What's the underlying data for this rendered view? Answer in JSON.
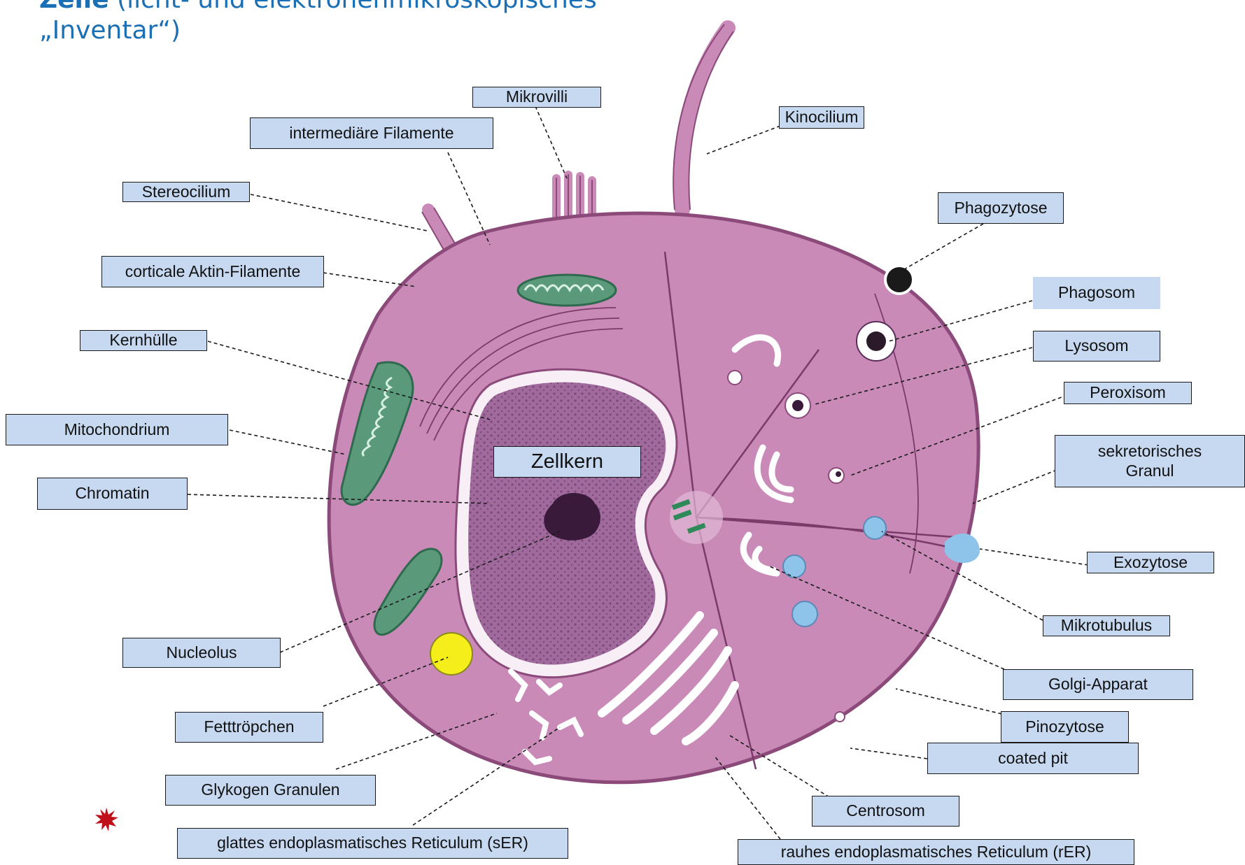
{
  "title": {
    "bold": "Zelle",
    "rest": " (licht- und elektronenmikroskopisches „Inventar“)"
  },
  "labels": {
    "mikrovilli": "Mikrovilli",
    "kinocilium": "Kinocilium",
    "intermediaere_filamente": "intermediäre Filamente",
    "stereocilium": "Stereocilium",
    "phagozytose": "Phagozytose",
    "corticale_aktin": "corticale Aktin-Filamente",
    "phagosom": "Phagosom",
    "kernhuelle": "Kernhülle",
    "lysosom": "Lysosom",
    "peroxisom": "Peroxisom",
    "mitochondrium": "Mitochondrium",
    "sekretorisches_granul": "sekretorisches\nGranul",
    "zellkern": "Zellkern",
    "chromatin": "Chromatin",
    "exozytose": "Exozytose",
    "mikrotubulus": "Mikrotubulus",
    "nucleolus": "Nucleolus",
    "golgi": "Golgi-Apparat",
    "fetttroepfchen": "Fetttröpchen",
    "pinozytose": "Pinozytose",
    "coated_pit": "coated pit",
    "glykogen": "Glykogen Granulen",
    "centrosom": "Centrosom",
    "ser": "glattes endoplasmatisches Reticulum (sER)",
    "rer": "rauhes endoplasmatisches Reticulum (rER)"
  },
  "colors": {
    "cytoplasm": "#c98ab8",
    "membrane": "#8c4a7a",
    "nucleus": "#a06a9c",
    "mitochondrion": "#5a9a7a",
    "label_fill": "#c6d9f1",
    "title": "#1a6fb5",
    "fat_droplet": "#f5ee1a",
    "vesicle": "#8fc4ea",
    "star": "#c0101a"
  }
}
